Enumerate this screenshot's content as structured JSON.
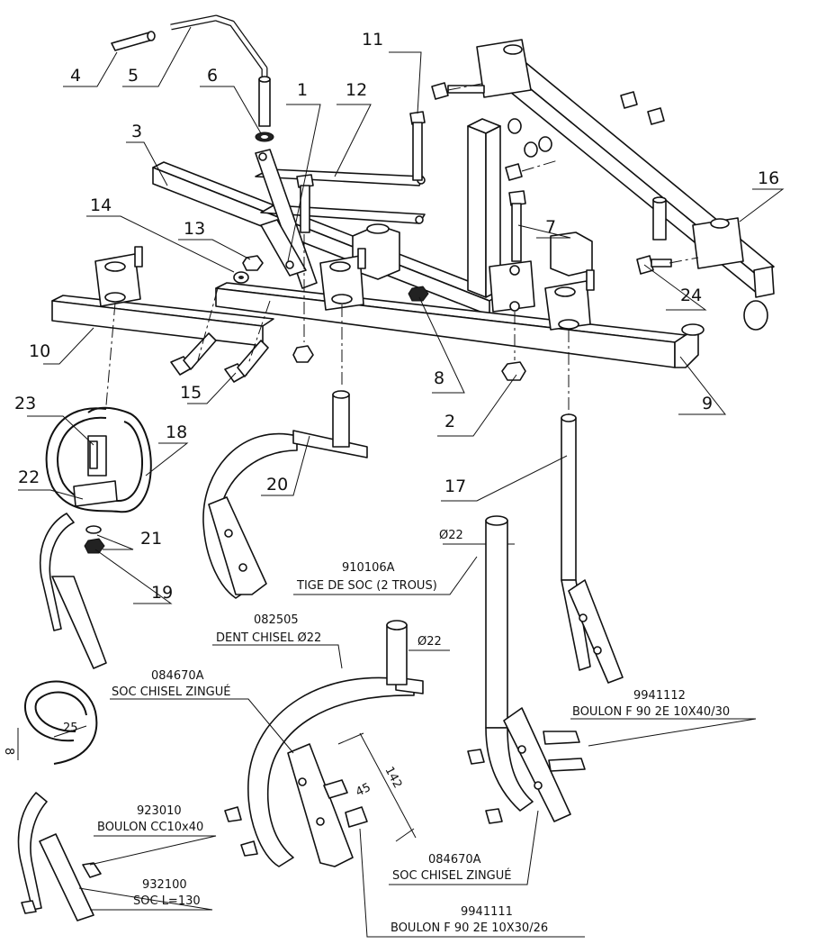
{
  "part_numbers": [
    "1",
    "2",
    "3",
    "4",
    "5",
    "6",
    "7",
    "8",
    "9",
    "10",
    "11",
    "12",
    "13",
    "14",
    "15",
    "16",
    "17",
    "18",
    "19",
    "20",
    "21",
    "22",
    "23",
    "24"
  ],
  "dimensions": {
    "d22_top": "Ø22",
    "d22_mid": "Ø22",
    "len_142": "142",
    "len_45": "45",
    "len_25": "25",
    "len_8": "8"
  },
  "references": [
    {
      "code": "910106A",
      "name": "TIGE DE SOC (2 TROUS)"
    },
    {
      "code": "082505",
      "name": "DENT CHISEL Ø22"
    },
    {
      "code": "084670A",
      "name": "SOC CHISEL ZINGUÉ"
    },
    {
      "code": "9941112",
      "name": "BOULON F 90 2E 10X40/30"
    },
    {
      "code": "923010",
      "name": "BOULON CC10x40"
    },
    {
      "code": "932100",
      "name": "SOC L=130"
    },
    {
      "code": "084670A",
      "name": "SOC CHISEL ZINGUÉ"
    },
    {
      "code": "9941111",
      "name": "BOULON F 90 2E 10X30/26"
    }
  ]
}
